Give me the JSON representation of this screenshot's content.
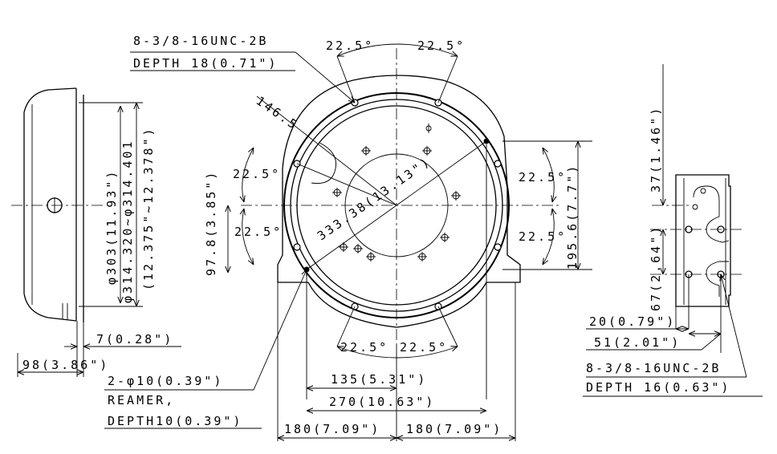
{
  "annotations": {
    "tap_top": "8-3/8-16UNC-2B",
    "depth_top": "DEPTH 18(0.71\")",
    "angle_tl": "22.5°",
    "angle_tr": "22.5°",
    "radius": "146.5",
    "angle_lu": "22.5°",
    "angle_ll": "22.5°",
    "angle_ru": "22.5°",
    "angle_rl": "22.5°",
    "diag": "333.38(13.13\")",
    "dim_97": "97.8(3.85\")",
    "dim_195": "195.6(7.7\")",
    "angle_bl": "22.5°",
    "angle_br": "22.5°",
    "dim_135": "135(5.31\")",
    "dim_270": "270(10.63\")",
    "dim_180l": "180(7.09\")",
    "dim_180r": "180(7.09\")",
    "reamer1": "2-φ10(0.39\")",
    "reamer2": "REAMER,",
    "reamer3": "DEPTH10(0.39\")",
    "phi303": "φ303(11.93\")",
    "phi314": "φ314.320~φ314.401",
    "phi314in": "(12.375\"~12.378\")",
    "dim_7": "7(0.28\")",
    "dim_98": "98(3.86\")",
    "dim_37": "37(1.46\")",
    "dim_67": "67(2.64\")",
    "dim_20": "20(0.79\")",
    "dim_51": "51(2.01\")",
    "tap_right": "8-3/8-16UNC-2B",
    "depth_right": "DEPTH 16(0.63\")"
  }
}
